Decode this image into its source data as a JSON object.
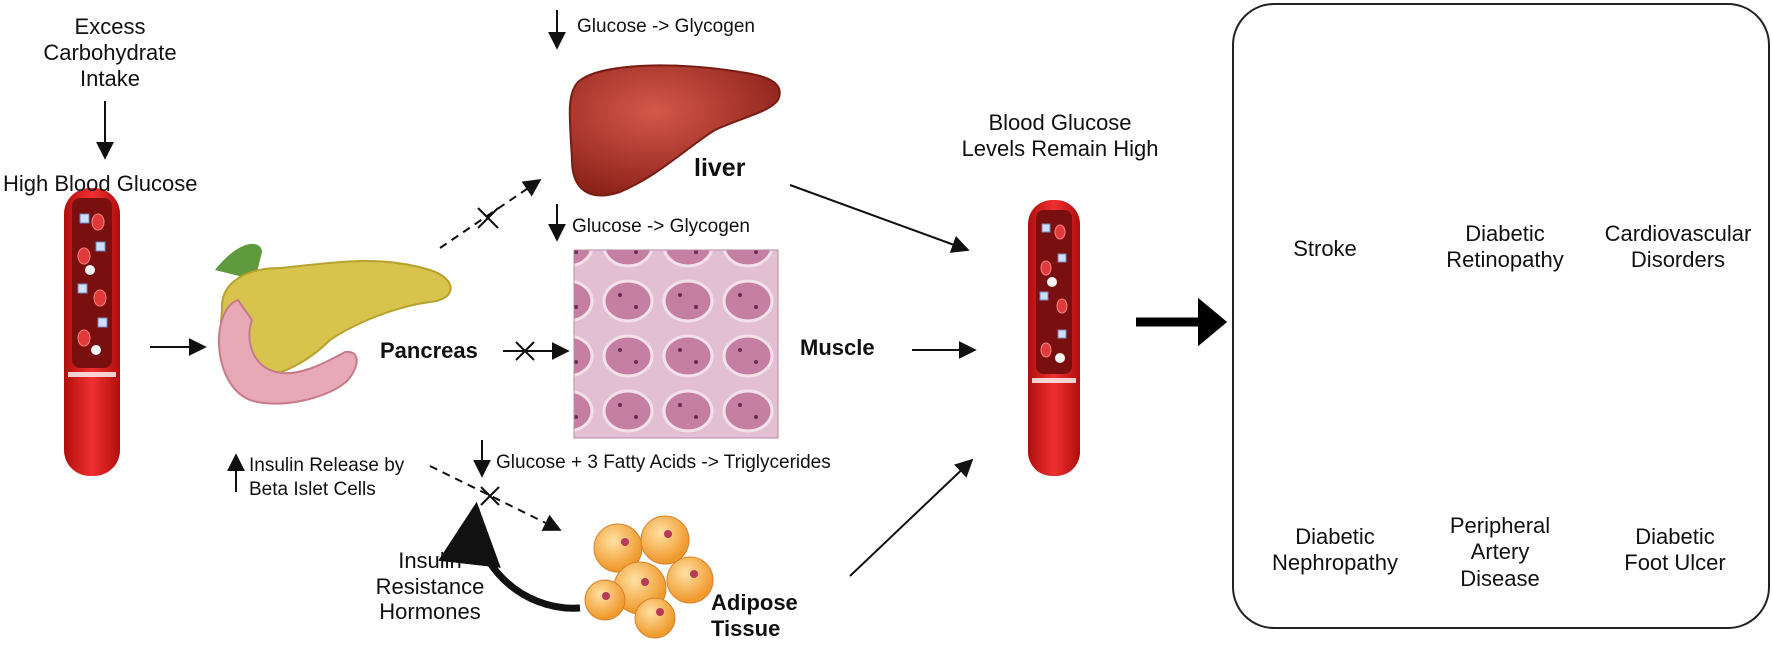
{
  "labels": {
    "excess_carb": [
      "Excess",
      "Carbohydrate",
      "Intake"
    ],
    "high_blood_glucose": "High Blood Glucose",
    "liver_process": "Glucose -> Glycogen",
    "liver": "liver",
    "muscle_process": "Glucose -> Glycogen",
    "pancreas": "Pancreas",
    "muscle": "Muscle",
    "adipose_process": "Glucose + 3 Fatty Acids -> Triglycerides",
    "insulin_release": [
      "Insulin Release by",
      "Beta Islet Cells"
    ],
    "insulin_resistance": [
      "Insulin",
      "Resistance",
      "Hormones"
    ],
    "adipose": [
      "Adipose",
      "Tissue"
    ],
    "blood_glucose_high": [
      "Blood Glucose",
      "Levels Remain High"
    ]
  },
  "complications": [
    {
      "name": [
        "Stroke"
      ],
      "icon": "brain-icon"
    },
    {
      "name": [
        "Diabetic",
        "Retinopathy"
      ],
      "icon": "eye-icon"
    },
    {
      "name": [
        "Cardiovascular",
        "Disorders"
      ],
      "icon": "heart-icon"
    },
    {
      "name": [
        "Diabetic",
        "Nephropathy"
      ],
      "icon": "kidney-icon"
    },
    {
      "name": [
        "Peripheral",
        "Artery",
        "Disease"
      ],
      "icon": "legs-icon"
    },
    {
      "name": [
        "Diabetic",
        "Foot Ulcer"
      ],
      "icon": "foot-icon"
    }
  ],
  "colors": {
    "tube_red": "#e01a1a",
    "blood_dark": "#7a0f0f",
    "liver": "#a8322a",
    "pancreas": "#d9c84a",
    "muscle_tissue": "#c98aa8",
    "adipose": "#f4a33a"
  }
}
